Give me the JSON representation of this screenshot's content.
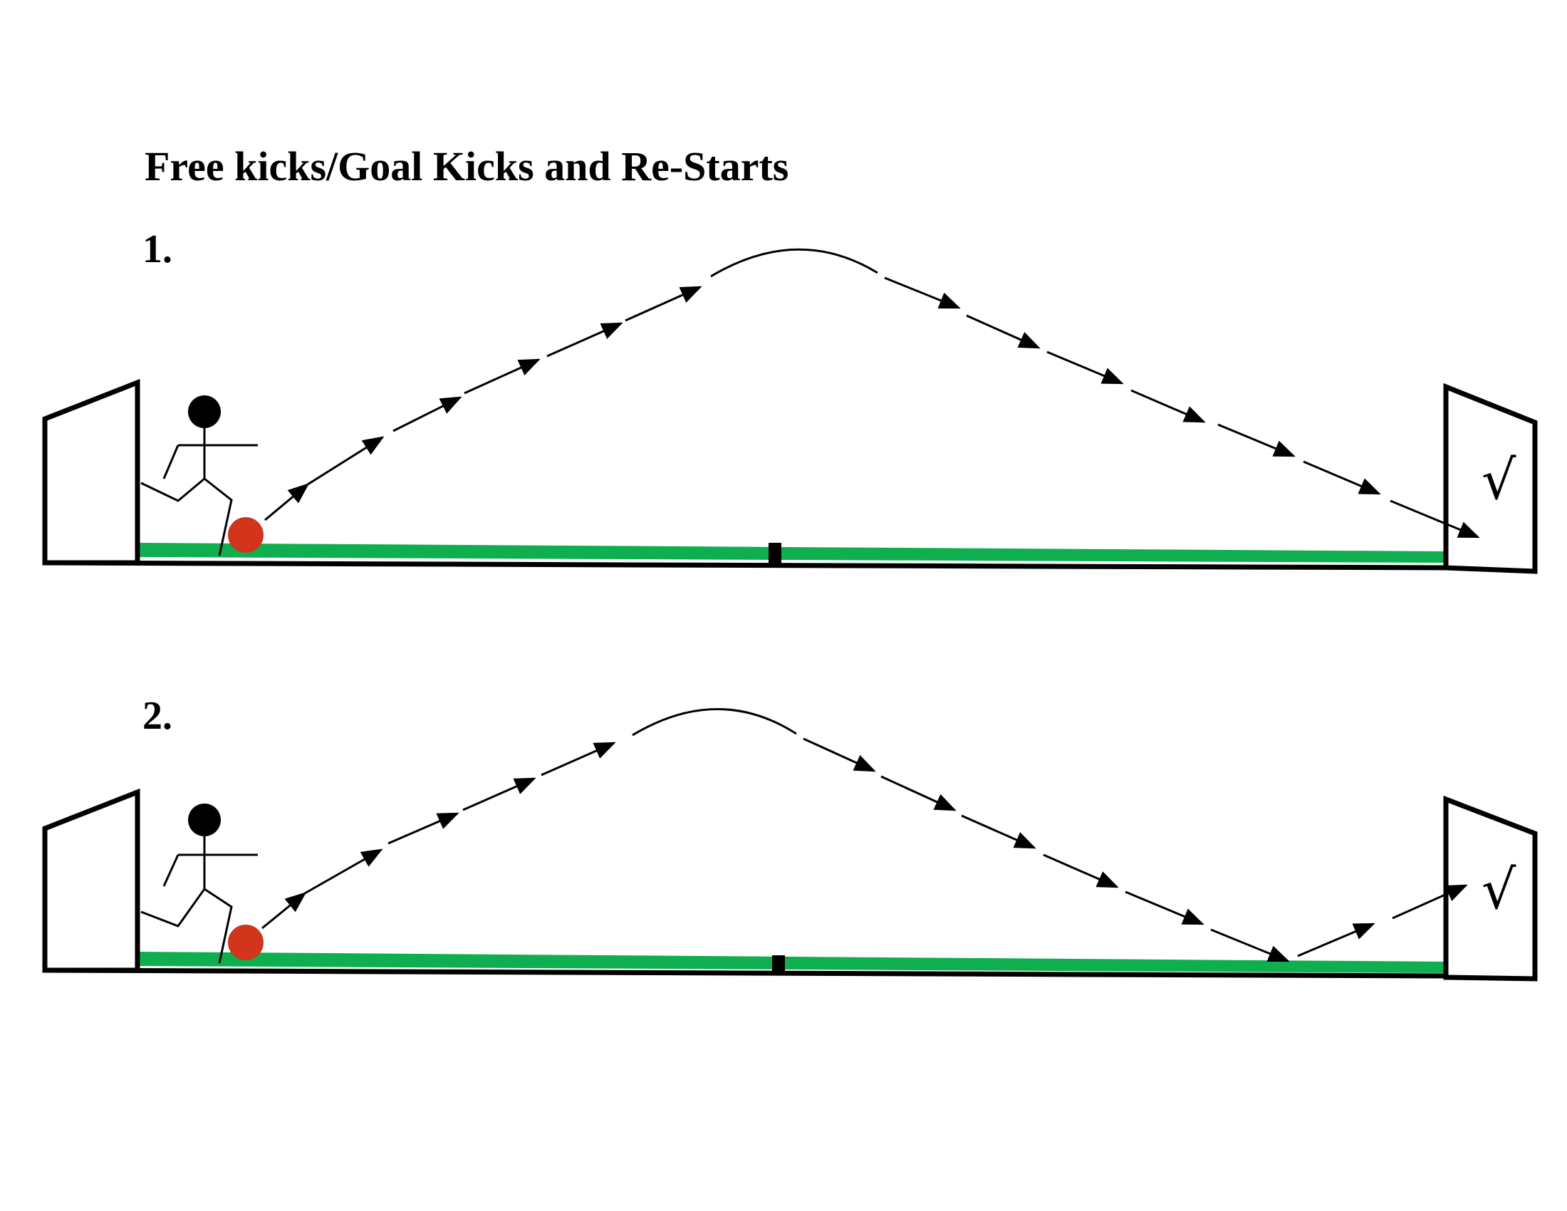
{
  "title": "Free kicks/Goal Kicks and Re-Starts",
  "diagrams": [
    {
      "number": "1.",
      "check_mark": "√",
      "ball_path": "lob over the field straight into the goal"
    },
    {
      "number": "2.",
      "check_mark": "√",
      "ball_path": "lob that bounces before the goal, then into the goal"
    }
  ],
  "colors": {
    "turf": "#0fae4f",
    "ball": "#d2341c",
    "ball_edge": "#c8381a",
    "lines": "#000000"
  },
  "icons": [
    "goal-icon",
    "stick-figure-player-icon",
    "ball-icon",
    "check-mark-icon"
  ]
}
